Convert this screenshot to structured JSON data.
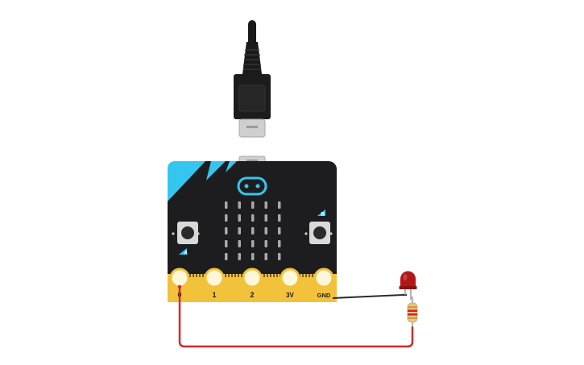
{
  "board": {
    "name": "micro:bit",
    "pins": [
      {
        "id": "pin-0",
        "label": "0"
      },
      {
        "id": "pin-1",
        "label": "1"
      },
      {
        "id": "pin-2",
        "label": "2"
      },
      {
        "id": "pin-3v",
        "label": "3V"
      },
      {
        "id": "pin-gnd",
        "label": "GND"
      }
    ],
    "button_a": "A",
    "button_b": "B",
    "led_matrix": {
      "rows": 5,
      "cols": 5
    }
  },
  "components": {
    "usb_cable": "usb-cable",
    "led": {
      "color": "#b01818"
    },
    "resistor": {
      "bands": [
        "#d4a03a",
        "#d42020",
        "#d42020",
        "#c8a040"
      ]
    }
  },
  "wires": {
    "red_wire_color": "#d42a2a",
    "black_wire_color": "#2b2b2b"
  },
  "colors": {
    "board_black": "#1d1d1f",
    "accent_cyan": "#35c6f0",
    "edge_gold": "#f2c23a"
  }
}
